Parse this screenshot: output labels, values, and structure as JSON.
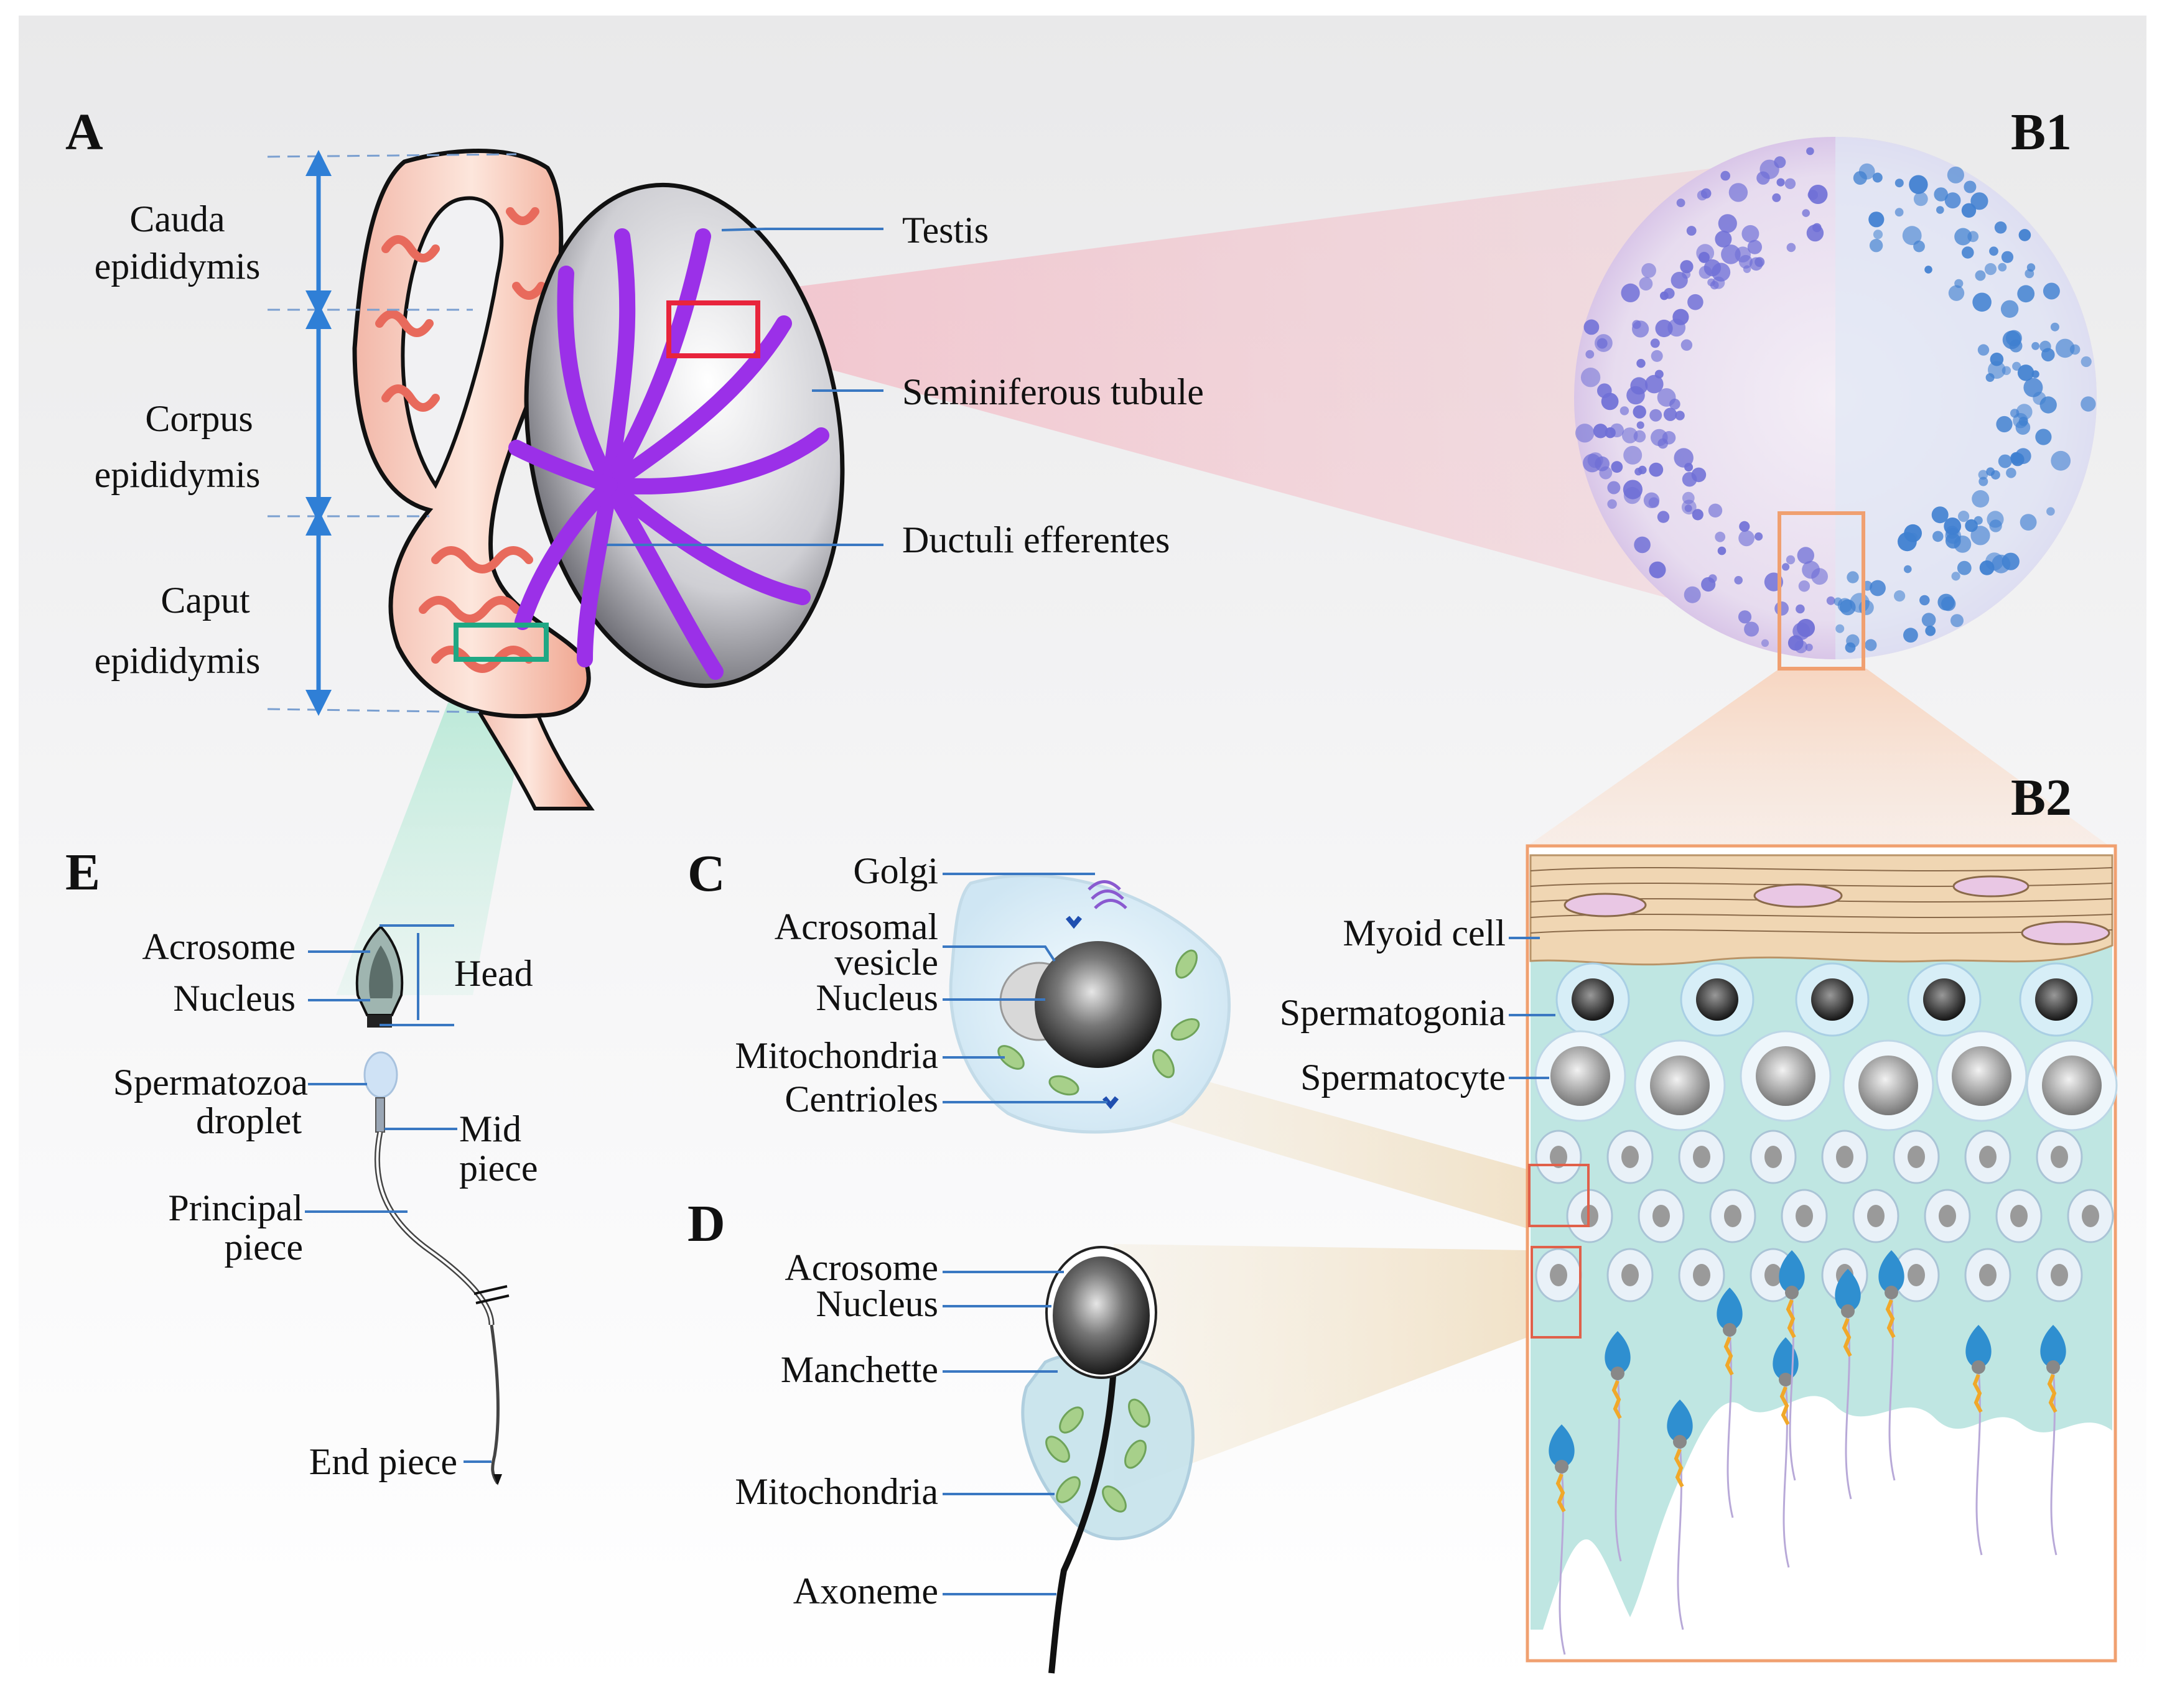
{
  "panels": {
    "a": "A",
    "b1": "B1",
    "b2": "B2",
    "c": "C",
    "d": "D",
    "e": "E"
  },
  "panel_a": {
    "cauda": [
      "Cauda",
      "epididymis"
    ],
    "corpus": [
      "Corpus",
      "epididymis"
    ],
    "caput": [
      "Caput",
      "epididymis"
    ],
    "testis": "Testis",
    "seminiferous_tubule": "Seminiferous tubule",
    "ductuli_efferentes": "Ductuli efferentes"
  },
  "panel_e": {
    "acrosome": "Acrosome",
    "nucleus": "Nucleus",
    "head": "Head",
    "droplet": [
      "Spermatozoa",
      "droplet"
    ],
    "mid_piece": [
      "Mid",
      "piece"
    ],
    "principal_piece": [
      "Principal",
      "piece"
    ],
    "end_piece": "End piece"
  },
  "panel_c": {
    "golgi": "Golgi",
    "acrosomal_vesicle": [
      "Acrosomal",
      "vesicle"
    ],
    "nucleus": "Nucleus",
    "mitochondria": "Mitochondria",
    "centrioles": "Centrioles"
  },
  "panel_d": {
    "acrosome": "Acrosome",
    "nucleus": "Nucleus",
    "manchette": "Manchette",
    "mitochondria": "Mitochondria",
    "axoneme": "Axoneme"
  },
  "panel_b2": {
    "myoid_cell": "Myoid cell",
    "spermatogonia": "Spermatogonia",
    "spermatocyte": "Spermatocyte"
  },
  "colors": {
    "leader_line": "#3a78c2",
    "arrow": "#2f7fd6",
    "tubule_purple": "#9b30e8",
    "red_box": "#e8243c",
    "green_box": "#1fa884",
    "orange_box": "#f0a070"
  }
}
